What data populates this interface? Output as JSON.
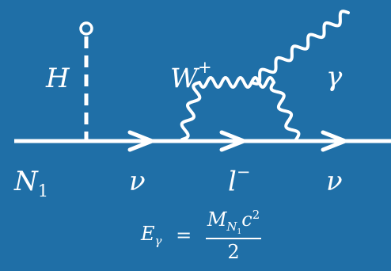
{
  "colors": {
    "background": "#1f6fa7",
    "ink": "#ffffff"
  },
  "particles": {
    "higgs": "H",
    "w_boson": "W",
    "w_charge": "+",
    "photon": "γ",
    "neutrino_in": "N",
    "neutrino_in_index": "1",
    "neutrino_internal": "ν",
    "lepton": "l",
    "lepton_charge": "−",
    "neutrino_out": "ν"
  },
  "formula": {
    "lhs_symbol": "E",
    "lhs_subscript": "γ",
    "equals": "=",
    "numerator_mass": "M",
    "numerator_mass_subscript": "N",
    "numerator_mass_subsubscript": "1",
    "numerator_c": "c",
    "numerator_c_power": "2",
    "denominator": "2"
  }
}
